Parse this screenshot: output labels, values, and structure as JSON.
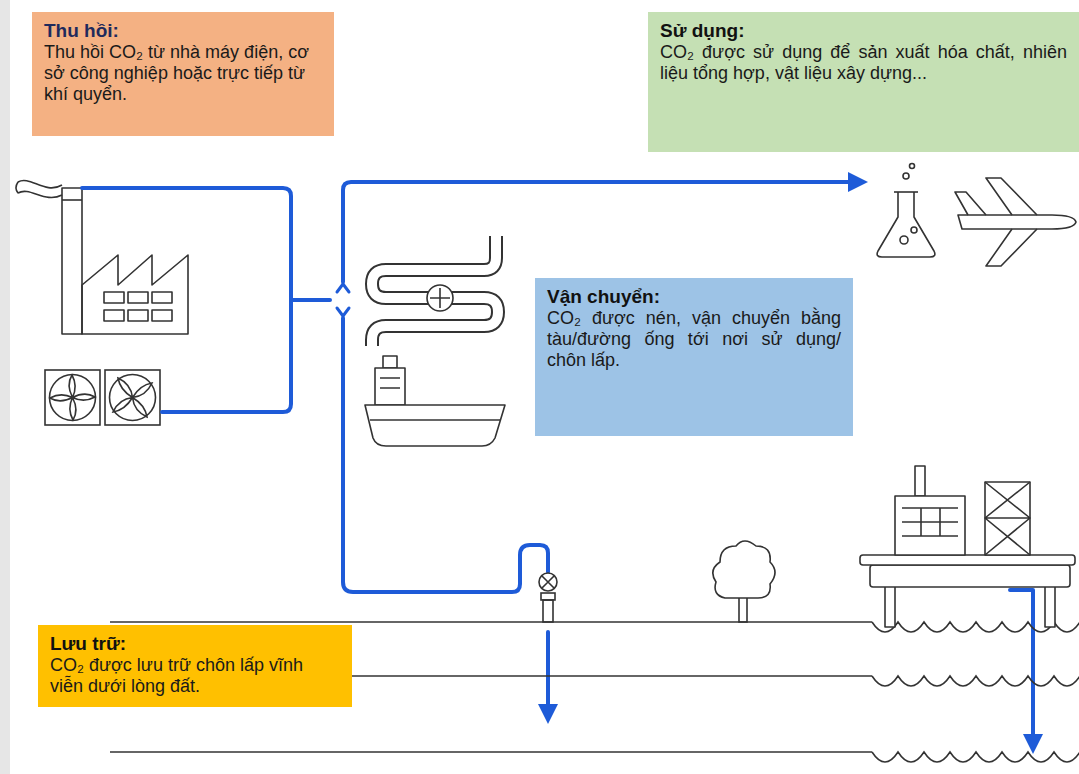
{
  "diagram": {
    "nodes": [
      {
        "text": [
          "Thu hồi:",
          "Thu hồi CO₂ từ nhà máy điện, cơ sở công nghiệp hoặc trực tiếp từ khí quyển."
        ]
      },
      {
        "text": [
          "Sử dụng:",
          "CO₂ được sử dụng để sản xuất hóa chất, nhiên liệu tổng hợp, vật liệu xây dựng..."
        ]
      },
      {
        "text": [
          "Vận chuyển:",
          "CO₂ được nén, vận chuyển bằng tàu/đường ống tới nơi sử dụng/ chôn lấp."
        ]
      },
      {
        "text": [
          "Lưu trữ:",
          "CO₂ được lưu trữ chôn lấp vĩnh viễn dưới lòng đất."
        ]
      }
    ]
  }
}
